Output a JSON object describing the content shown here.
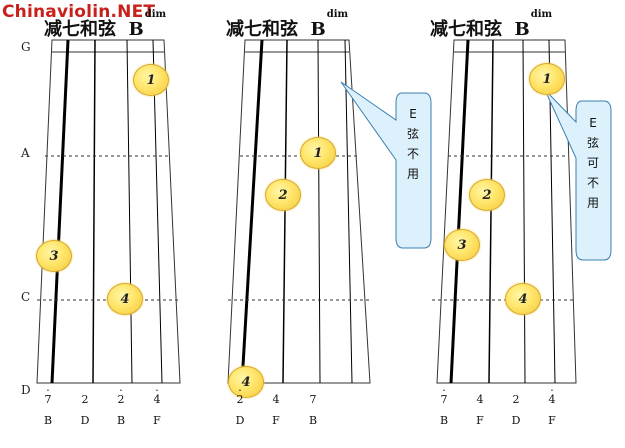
{
  "watermark": "Chinaviolin.NET",
  "position_labels": [
    "G",
    "A",
    "C",
    "D"
  ],
  "diagrams": [
    {
      "title": "减七和弦",
      "chord": "B",
      "suffix": "dim",
      "fingers": [
        "1",
        "3",
        "4"
      ],
      "notes": [
        {
          "num": "7",
          "dot": "·",
          "name": "B"
        },
        {
          "num": "2",
          "dot": "",
          "name": "D"
        },
        {
          "num": "2",
          "dot": "·",
          "name": "B"
        },
        {
          "num": "4",
          "dot": "·",
          "name": "F"
        }
      ]
    },
    {
      "title": "减七和弦",
      "chord": "B",
      "suffix": "dim",
      "fingers": [
        "1",
        "2",
        "4"
      ],
      "callout": [
        "E",
        "弦",
        "不",
        "用"
      ],
      "notes": [
        {
          "num": "2",
          "dot": "·",
          "name": "D"
        },
        {
          "num": "4",
          "dot": "",
          "name": "F"
        },
        {
          "num": "7",
          "dot": "",
          "name": "B"
        }
      ]
    },
    {
      "title": "减七和弦",
      "chord": "B",
      "suffix": "dim",
      "fingers": [
        "1",
        "2",
        "3",
        "4"
      ],
      "callout": [
        "E",
        "弦",
        "可",
        "不",
        "用"
      ],
      "notes": [
        {
          "num": "7",
          "dot": "·",
          "name": "B"
        },
        {
          "num": "4",
          "dot": "",
          "name": "F"
        },
        {
          "num": "2",
          "dot": "",
          "name": "D"
        },
        {
          "num": "4",
          "dot": "·",
          "name": "F"
        }
      ]
    }
  ],
  "colors": {
    "watermark": "#c8201a",
    "finger_fill": "#ffe56a",
    "callout_fill": "#dcf1fb",
    "callout_stroke": "#3a7fb0"
  }
}
